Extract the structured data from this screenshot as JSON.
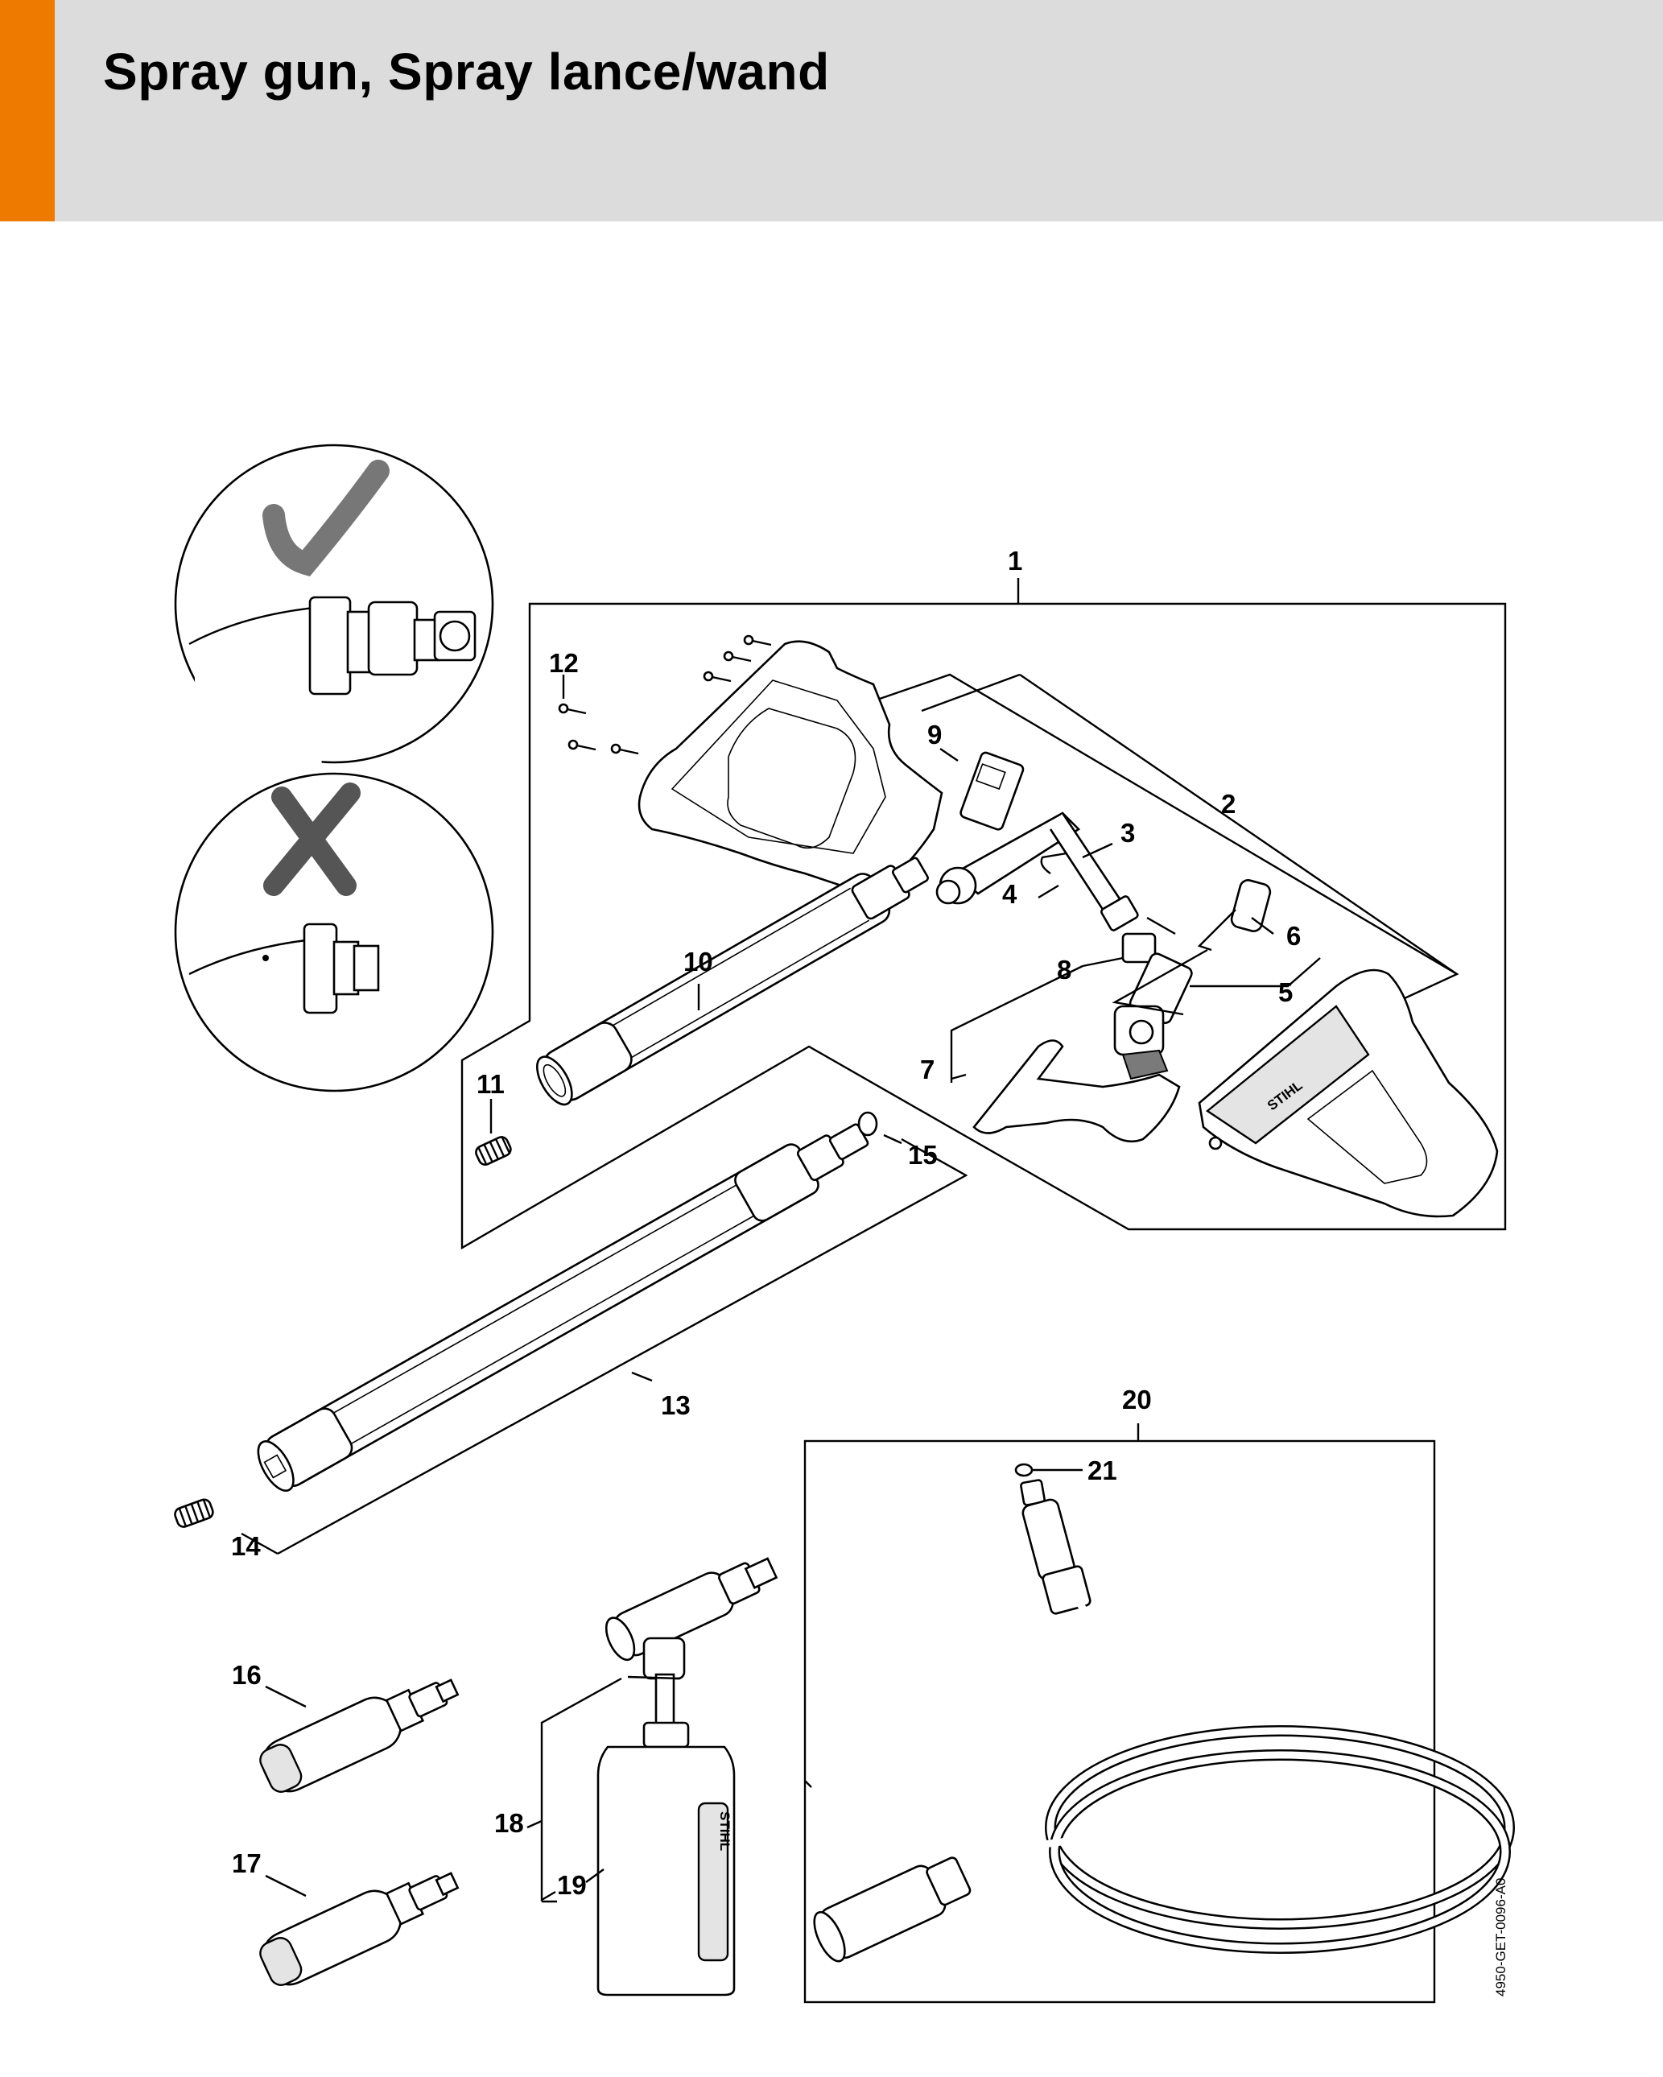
{
  "header": {
    "title": "Spray gun, Spray lance/wand",
    "accent_color": "#ef7a00",
    "background_color": "#dcdcdc"
  },
  "diagram": {
    "callouts": [
      "1",
      "2",
      "3",
      "4",
      "5",
      "6",
      "7",
      "8",
      "9",
      "10",
      "11",
      "12",
      "13",
      "14",
      "15",
      "16",
      "17",
      "18",
      "19",
      "20",
      "21"
    ],
    "bottle_brand": "STIHL",
    "grip_brand": "STIHL",
    "reference_code": "4950-GET-0096-A0",
    "icons": {
      "correct": "checkmark-icon",
      "incorrect": "cross-icon"
    }
  }
}
